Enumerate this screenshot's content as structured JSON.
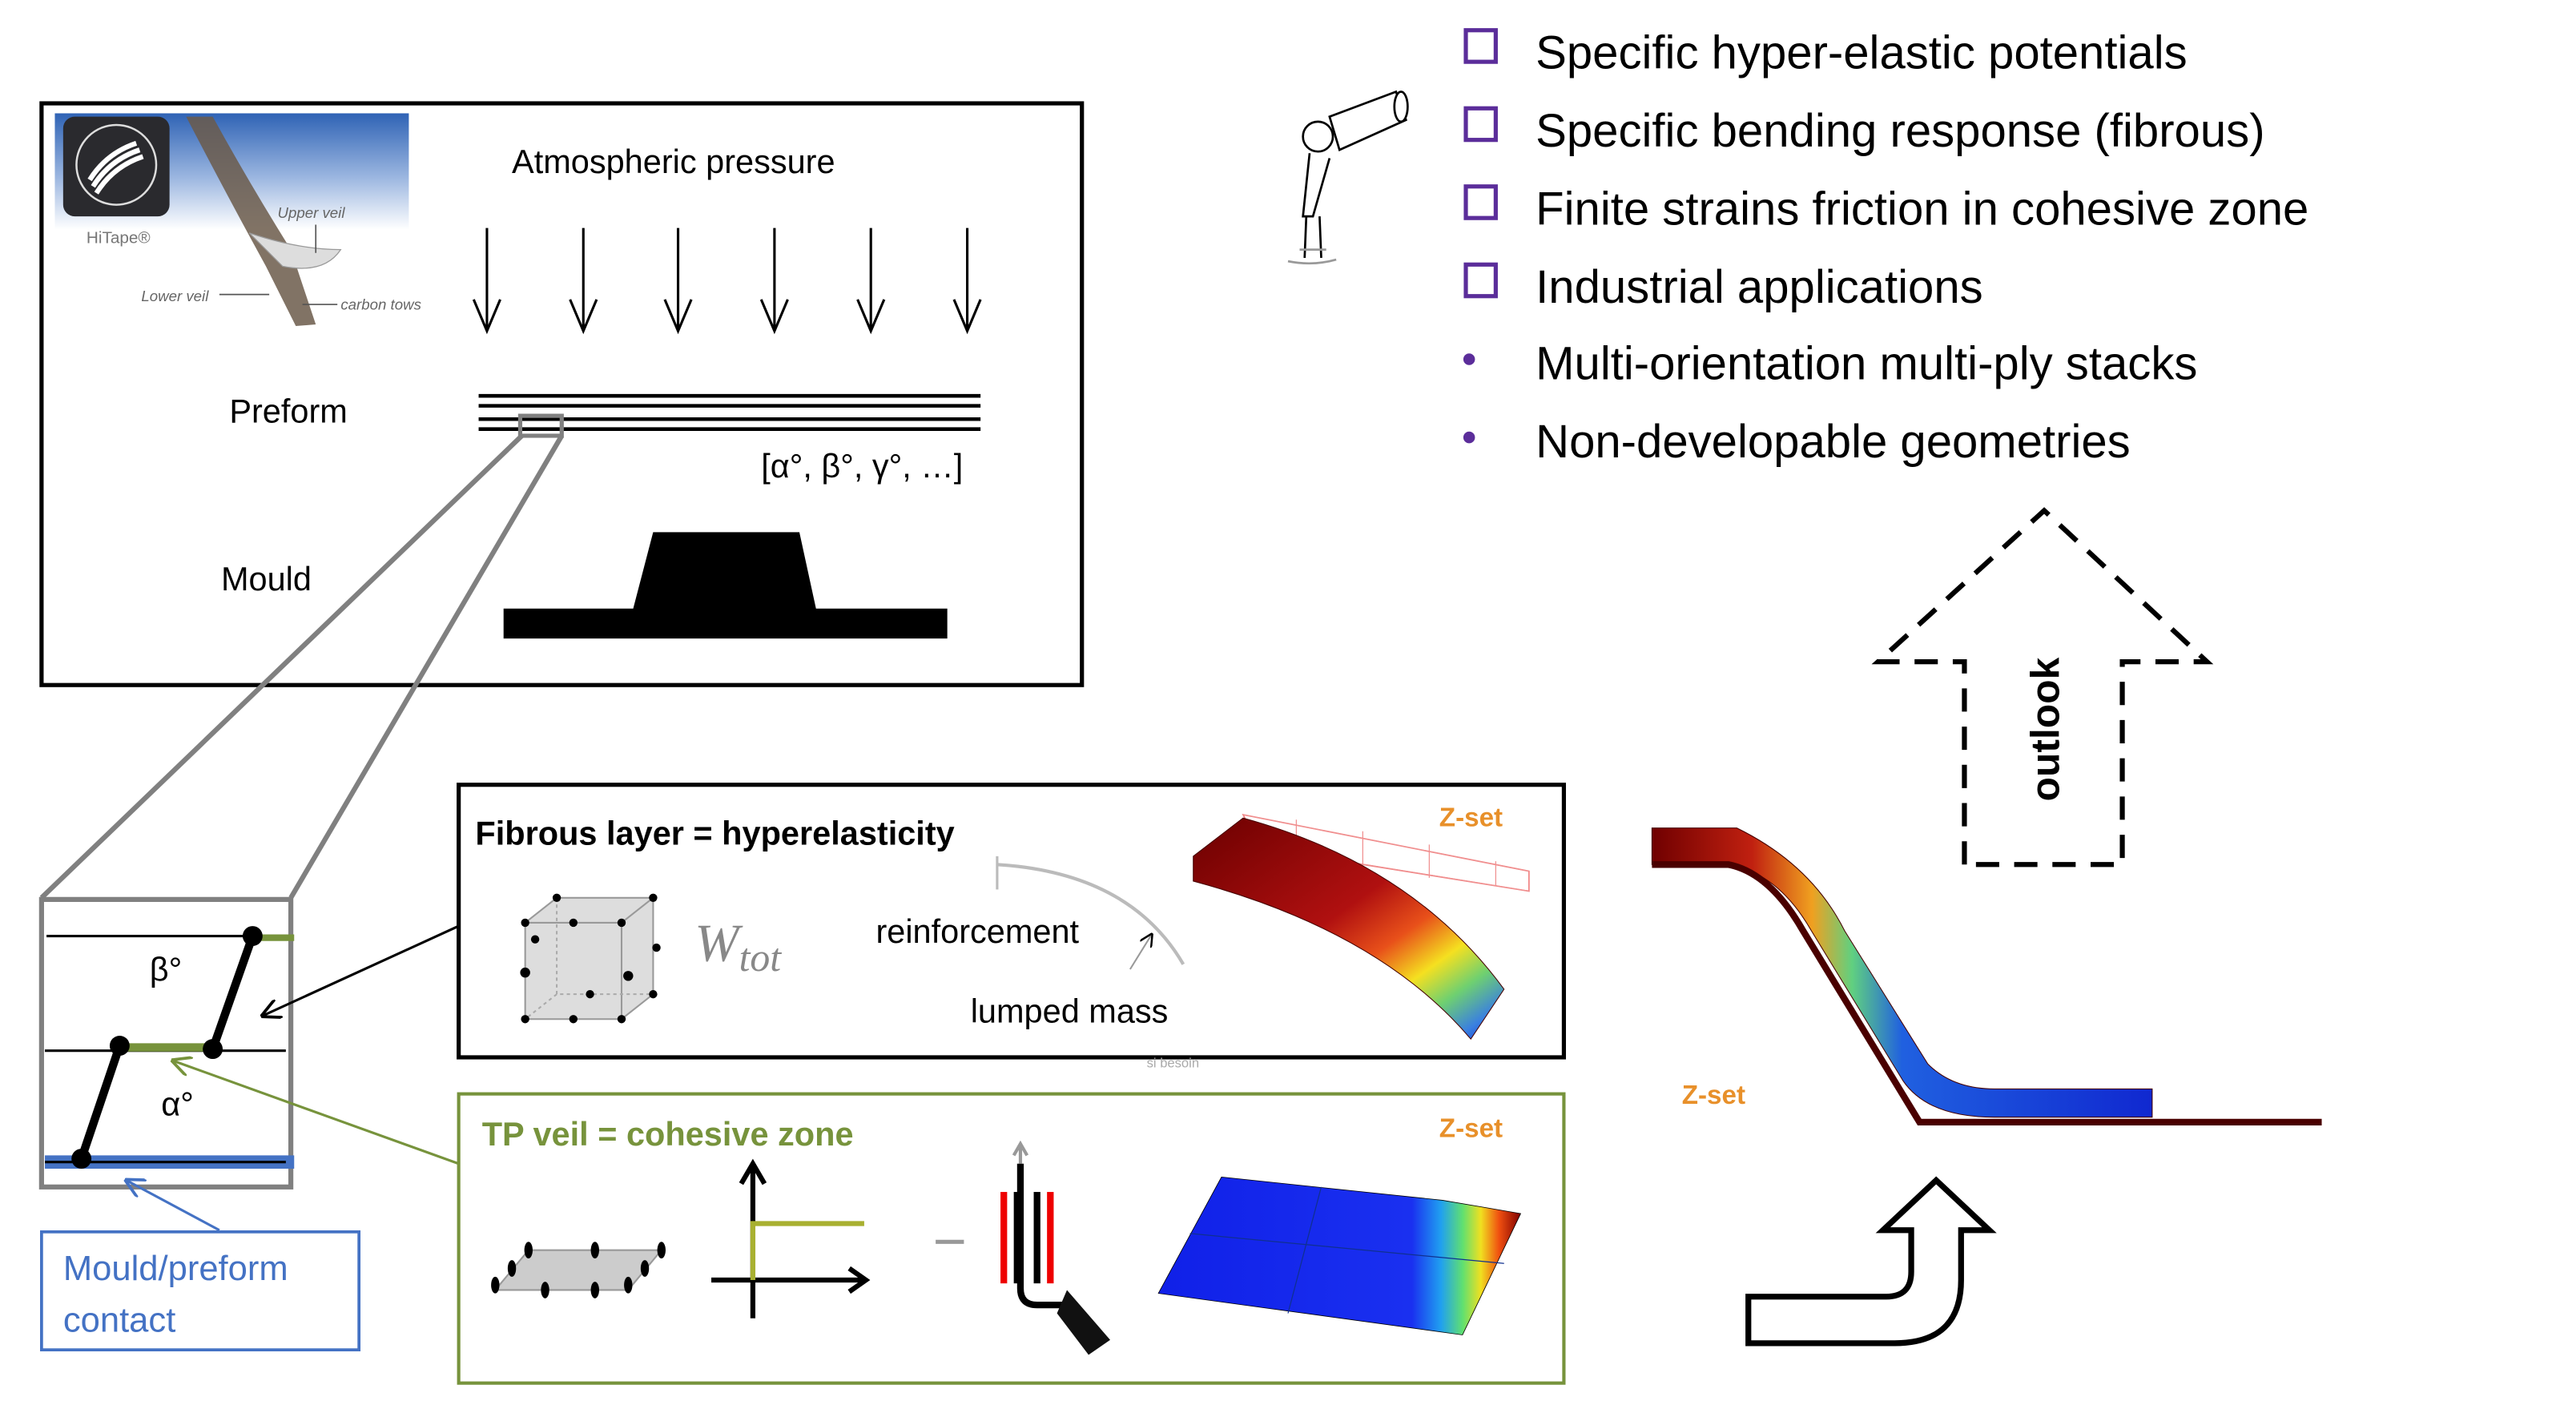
{
  "colors": {
    "accent_purple": "#5b2d9a",
    "veil_green": "#77933c",
    "contact_blue": "#4472c4",
    "frame_gray": "#808080"
  },
  "process": {
    "pressure_label": "Atmospheric pressure",
    "preform_label": "Preform",
    "mould_label": "Mould",
    "stack_label": "[α°, β°, γ°, …]",
    "hitape": {
      "brand": "HiTape®",
      "upper_veil": "Upper veil",
      "lower_veil": "Lower veil",
      "carbon_tows": "carbon tows"
    }
  },
  "detail": {
    "beta_label": "β°",
    "alpha_label": "α°",
    "contact_box": {
      "line1": "Mould/preform",
      "line2": "contact"
    }
  },
  "fibrous_panel": {
    "title": "Fibrous layer = hyperelasticity",
    "energy_symbol": "W",
    "energy_subscript": "tot",
    "reinforcement": "reinforcement",
    "lumped_mass": "lumped mass",
    "logo": "Z-set",
    "note": "si besoin"
  },
  "veil_panel": {
    "title": "TP veil = cohesive zone",
    "logo": "Z-set"
  },
  "outlook": {
    "label": "outlook",
    "checklist": [
      {
        "marker": "checkbox",
        "text": "Specific hyper-elastic potentials"
      },
      {
        "marker": "checkbox",
        "text": "Specific bending response (fibrous)"
      },
      {
        "marker": "checkbox",
        "text": "Finite strains friction in cohesive zone"
      },
      {
        "marker": "checkbox",
        "text": "Industrial applications"
      },
      {
        "marker": "bullet",
        "text": "Multi-orientation multi-ply stacks"
      },
      {
        "marker": "bullet",
        "text": "Non-developable geometries"
      }
    ]
  },
  "drape_result": {
    "logo": "Z-set"
  },
  "icons": [
    "telescope-figure-icon",
    "hitape-logo-icon",
    "cube-element-icon",
    "cohesive-element-icon",
    "actuator-icon"
  ]
}
